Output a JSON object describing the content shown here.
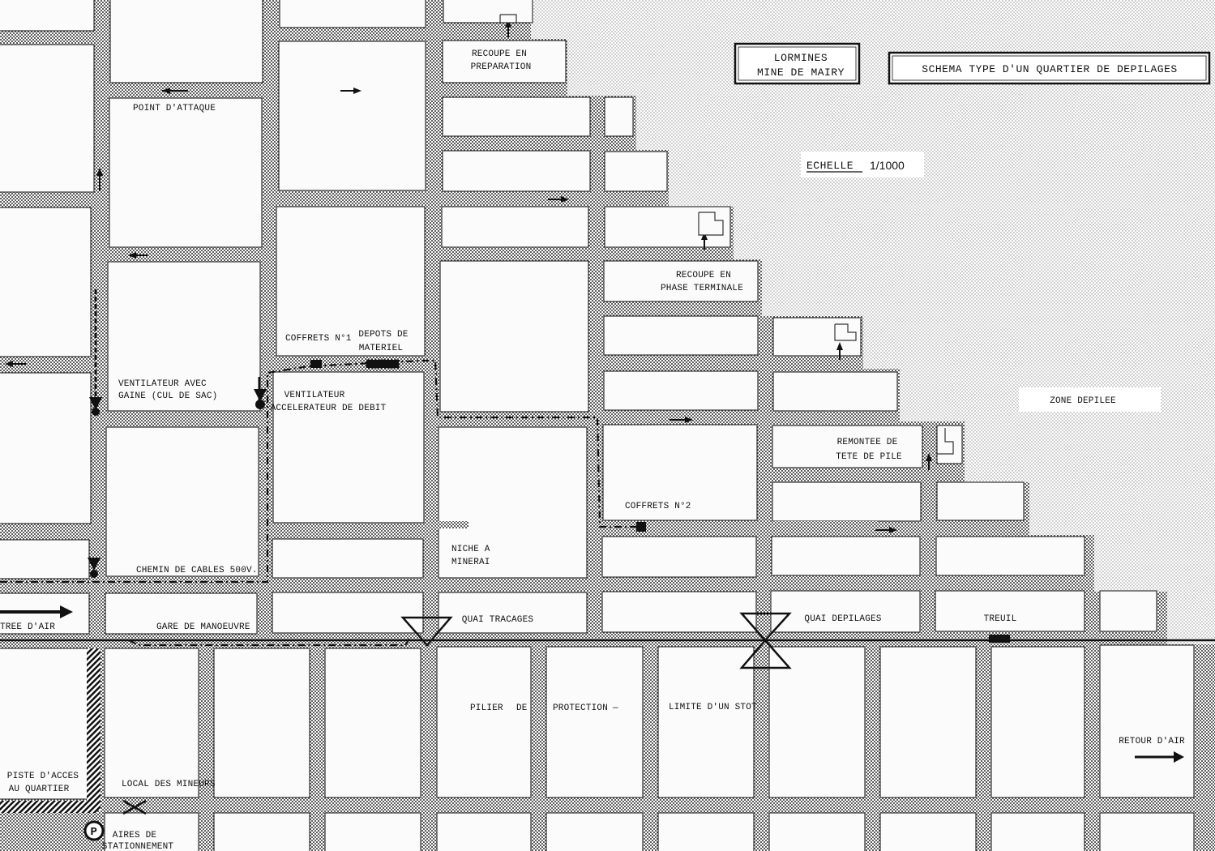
{
  "header": {
    "company_line1": "LORMINES",
    "company_line2": "MINE DE MAIRY",
    "title": "SCHEMA TYPE D'UN QUARTIER DE DEPILAGES",
    "scale_label": "ECHELLE",
    "scale_value": "1/1000"
  },
  "labels": {
    "recoupe_prep_1": "RECOUPE EN",
    "recoupe_prep_2": "PREPARATION",
    "point_attaque": "POINT D'ATTAQUE",
    "recoupe_term_1": "RECOUPE EN",
    "recoupe_term_2": "PHASE TERMINALE",
    "coffrets_1": "COFFRETS N°1",
    "depots_1": "DEPOTS DE",
    "depots_2": "MATERIEL",
    "ventil_gaine_1": "VENTILATEUR AVEC",
    "ventil_gaine_2": "GAINE (CUL DE SAC)",
    "ventil_accel_1": "VENTILATEUR",
    "ventil_accel_2": "ACCELERATEUR DE DEBIT",
    "zone_depilee": "ZONE DEPILEE",
    "remontee_1": "REMONTEE DE",
    "remontee_2": "TETE DE PILE",
    "coffrets_2": "COFFRETS N°2",
    "niche_1": "NICHE A",
    "niche_2": "MINERAI",
    "chemin_cables": "CHEMIN DE CABLES 500V.",
    "entree_air": "TREE D'AIR",
    "gare_manoeuvre": "GARE DE MANOEUVRE",
    "quai_tracages": "QUAI TRACAGES",
    "quai_depilages": "QUAI DEPILAGES",
    "treuil": "TREUIL",
    "pilier": "PILIER",
    "de": "DE",
    "protection": "PROTECTION",
    "dash": "—",
    "limite_stot": "LIMITE D'UN STOT",
    "retour_air": "RETOUR D'AIR",
    "piste_1": "PISTE D'ACCES",
    "piste_2": "AU QUARTIER",
    "local_mineurs": "LOCAL DES MINEURS",
    "aires_1": "AIRES DE",
    "aires_2": "STATIONNEMENT",
    "parking_symbol": "P"
  },
  "colors": {
    "gallery_dots": "#1a1a1a",
    "depleted_dots": "#8a8a8a",
    "pillar_fill": "#fbfbfb",
    "ink": "#111111"
  }
}
